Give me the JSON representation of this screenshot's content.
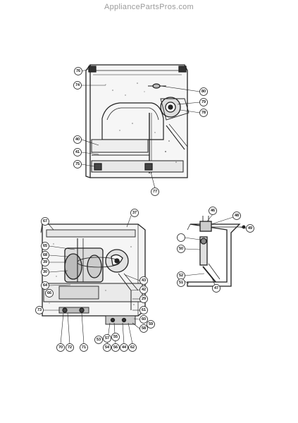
{
  "watermark": "AppliancePartsPros.com",
  "callouts": {
    "top": [
      "76",
      "74",
      "80",
      "79",
      "78",
      "40",
      "41",
      "75",
      "77"
    ],
    "left": [
      "67",
      "37",
      "65",
      "68",
      "39",
      "30",
      "64",
      "66",
      "43",
      "42",
      "29",
      "73",
      "61",
      "60",
      "59",
      "58",
      "70",
      "72",
      "71",
      "54",
      "56",
      "44",
      "62",
      "53",
      "57",
      "55"
    ],
    "right": [
      "46",
      "48",
      "49",
      "50",
      "52",
      "51",
      "47"
    ]
  }
}
